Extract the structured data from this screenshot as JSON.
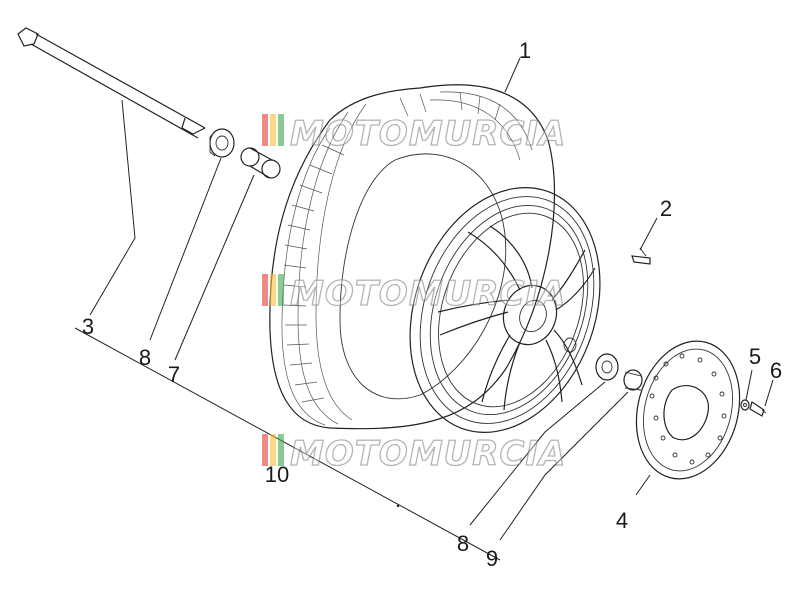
{
  "watermark": {
    "text": "MOTOMURCIA",
    "stripe_colors": [
      "#e23b3b",
      "#f2c230",
      "#3aa84a"
    ]
  },
  "callouts": [
    {
      "id": "1",
      "part": "tyre"
    },
    {
      "id": "2",
      "part": "valve"
    },
    {
      "id": "3",
      "part": "axle"
    },
    {
      "id": "4",
      "part": "brake-disc"
    },
    {
      "id": "5",
      "part": "washer"
    },
    {
      "id": "6",
      "part": "bolt"
    },
    {
      "id": "7",
      "part": "spacer"
    },
    {
      "id": "8",
      "part": "bearing-left"
    },
    {
      "id": "8",
      "part": "bearing-right"
    },
    {
      "id": "9",
      "part": "spacer-right"
    },
    {
      "id": "10",
      "part": "wheel-assembly"
    }
  ]
}
